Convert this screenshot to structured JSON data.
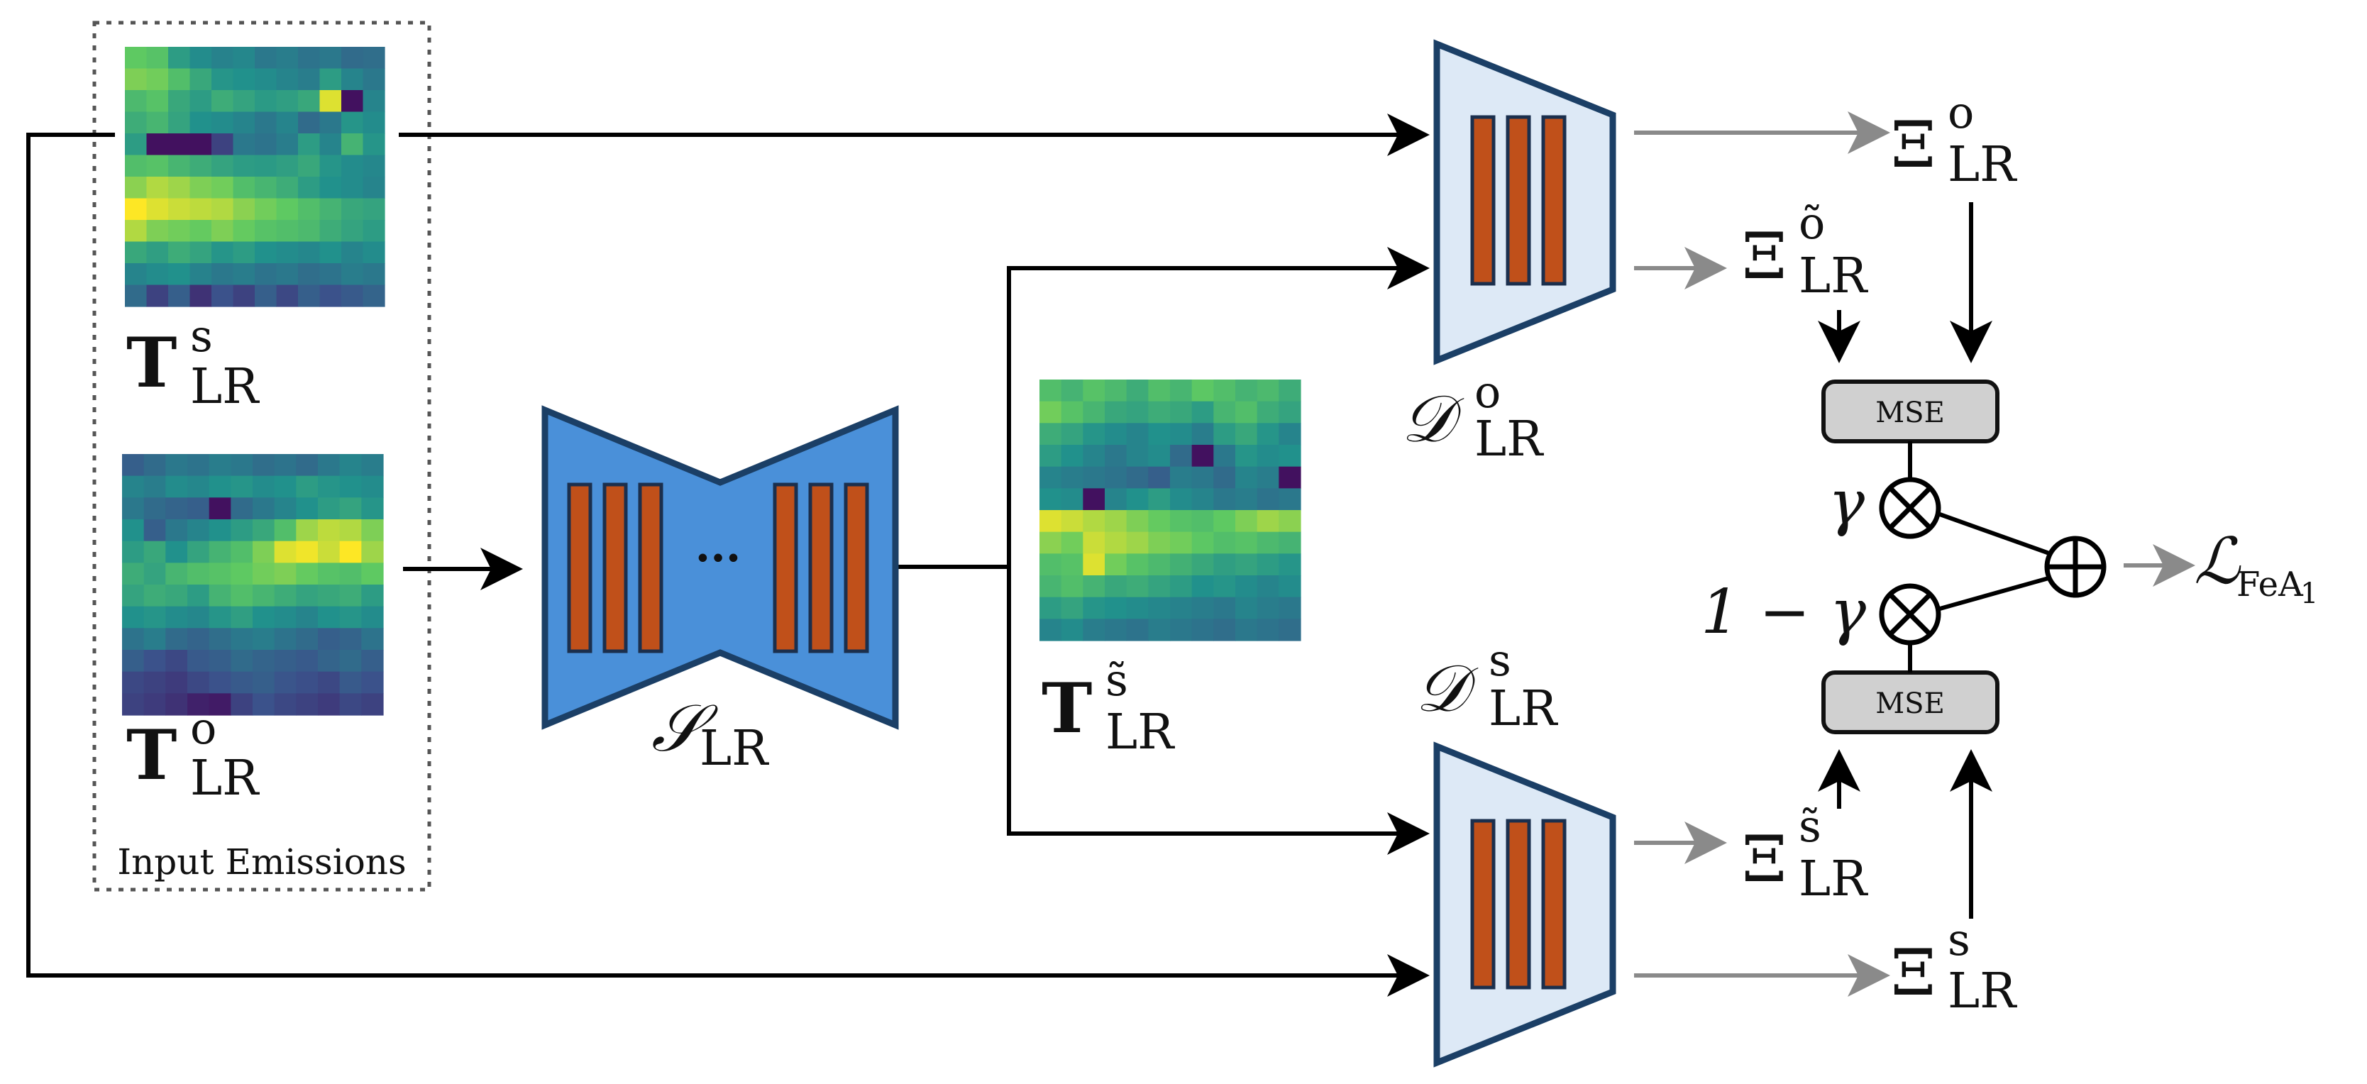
{
  "colors": {
    "encoder_fill": "#4a90d9",
    "encoder_stroke": "#1b3f66",
    "decoder_fill": "#dde9f6",
    "decoder_stroke": "#1b3f66",
    "block_fill": "#c0501a",
    "block_stroke": "#1b2f4d",
    "mse_fill": "#d0d0d0",
    "arrow_black": "#000000",
    "arrow_gray": "#8a8a8a"
  },
  "input_box": {
    "caption": "Input Emissions"
  },
  "labels": {
    "t_s": {
      "base": "T",
      "sup": "s",
      "sub": "LR"
    },
    "t_o": {
      "base": "T",
      "sup": "o",
      "sub": "LR"
    },
    "t_s_tilde": {
      "base": "T",
      "sup": "s̃",
      "sub": "LR"
    },
    "encoder": {
      "base": "𝒮",
      "sub": "LR"
    },
    "decoder_o": {
      "base": "𝒟",
      "sup": "o",
      "sub": "LR"
    },
    "decoder_s": {
      "base": "𝒟",
      "sup": "s",
      "sub": "LR"
    },
    "xi_o": {
      "base": "Ξ",
      "sup": "o",
      "sub": "LR"
    },
    "xi_o_tilde": {
      "base": "Ξ",
      "sup": "õ",
      "sub": "LR"
    },
    "xi_s_tilde": {
      "base": "Ξ",
      "sup": "s̃",
      "sub": "LR"
    },
    "xi_s": {
      "base": "Ξ",
      "sup": "s",
      "sub": "LR"
    },
    "gamma": "γ",
    "one_minus_gamma": "1 − γ",
    "loss": {
      "base": "ℒ",
      "sub": "FeA",
      "subsub": "1"
    }
  },
  "mse_top": "MSE",
  "mse_bottom": "MSE",
  "encoder_ellipsis": "···",
  "heatmap_ts": [
    [
      0.75,
      0.72,
      0.55,
      0.48,
      0.44,
      0.46,
      0.4,
      0.42,
      0.38,
      0.4,
      0.35,
      0.36
    ],
    [
      0.8,
      0.78,
      0.7,
      0.6,
      0.52,
      0.5,
      0.48,
      0.45,
      0.42,
      0.55,
      0.45,
      0.4
    ],
    [
      0.68,
      0.72,
      0.6,
      0.55,
      0.62,
      0.58,
      0.54,
      0.56,
      0.6,
      0.95,
      0.05,
      0.45
    ],
    [
      0.62,
      0.66,
      0.58,
      0.5,
      0.48,
      0.45,
      0.4,
      0.45,
      0.35,
      0.4,
      0.52,
      0.48
    ],
    [
      0.55,
      0.05,
      0.05,
      0.05,
      0.2,
      0.4,
      0.38,
      0.42,
      0.55,
      0.45,
      0.65,
      0.52
    ],
    [
      0.7,
      0.72,
      0.66,
      0.62,
      0.58,
      0.55,
      0.54,
      0.56,
      0.6,
      0.52,
      0.48,
      0.46
    ],
    [
      0.82,
      0.88,
      0.85,
      0.8,
      0.78,
      0.7,
      0.66,
      0.62,
      0.55,
      0.5,
      0.48,
      0.45
    ],
    [
      1.0,
      0.95,
      0.92,
      0.9,
      0.88,
      0.82,
      0.78,
      0.75,
      0.7,
      0.65,
      0.6,
      0.58
    ],
    [
      0.88,
      0.8,
      0.78,
      0.76,
      0.8,
      0.76,
      0.72,
      0.7,
      0.68,
      0.62,
      0.58,
      0.55
    ],
    [
      0.6,
      0.56,
      0.62,
      0.58,
      0.52,
      0.55,
      0.5,
      0.48,
      0.46,
      0.5,
      0.45,
      0.48
    ],
    [
      0.45,
      0.48,
      0.5,
      0.44,
      0.4,
      0.42,
      0.38,
      0.4,
      0.36,
      0.38,
      0.42,
      0.4
    ],
    [
      0.35,
      0.2,
      0.3,
      0.15,
      0.25,
      0.2,
      0.3,
      0.22,
      0.3,
      0.25,
      0.28,
      0.32
    ]
  ],
  "heatmap_to": [
    [
      0.3,
      0.35,
      0.4,
      0.38,
      0.42,
      0.4,
      0.36,
      0.38,
      0.35,
      0.4,
      0.45,
      0.42
    ],
    [
      0.45,
      0.42,
      0.48,
      0.46,
      0.5,
      0.52,
      0.48,
      0.5,
      0.55,
      0.52,
      0.5,
      0.48
    ],
    [
      0.4,
      0.35,
      0.32,
      0.3,
      0.05,
      0.35,
      0.4,
      0.45,
      0.5,
      0.55,
      0.58,
      0.52
    ],
    [
      0.5,
      0.3,
      0.4,
      0.45,
      0.5,
      0.55,
      0.6,
      0.7,
      0.85,
      0.9,
      0.88,
      0.8
    ],
    [
      0.55,
      0.6,
      0.5,
      0.58,
      0.65,
      0.7,
      0.8,
      0.95,
      0.98,
      0.92,
      1.0,
      0.85
    ],
    [
      0.62,
      0.58,
      0.66,
      0.7,
      0.72,
      0.75,
      0.78,
      0.8,
      0.76,
      0.72,
      0.7,
      0.75
    ],
    [
      0.58,
      0.62,
      0.6,
      0.55,
      0.65,
      0.7,
      0.66,
      0.62,
      0.58,
      0.6,
      0.62,
      0.55
    ],
    [
      0.5,
      0.52,
      0.48,
      0.46,
      0.52,
      0.56,
      0.5,
      0.48,
      0.45,
      0.5,
      0.52,
      0.48
    ],
    [
      0.38,
      0.42,
      0.35,
      0.32,
      0.36,
      0.4,
      0.42,
      0.38,
      0.35,
      0.3,
      0.32,
      0.38
    ],
    [
      0.3,
      0.25,
      0.22,
      0.28,
      0.3,
      0.35,
      0.32,
      0.3,
      0.28,
      0.32,
      0.35,
      0.3
    ],
    [
      0.22,
      0.2,
      0.18,
      0.22,
      0.25,
      0.28,
      0.3,
      0.26,
      0.24,
      0.22,
      0.28,
      0.25
    ],
    [
      0.2,
      0.18,
      0.15,
      0.1,
      0.08,
      0.2,
      0.25,
      0.22,
      0.2,
      0.18,
      0.22,
      0.2
    ]
  ],
  "heatmap_tst": [
    [
      0.7,
      0.65,
      0.72,
      0.68,
      0.62,
      0.7,
      0.66,
      0.74,
      0.7,
      0.65,
      0.68,
      0.62
    ],
    [
      0.78,
      0.72,
      0.66,
      0.6,
      0.58,
      0.62,
      0.6,
      0.55,
      0.66,
      0.7,
      0.62,
      0.58
    ],
    [
      0.62,
      0.58,
      0.52,
      0.48,
      0.45,
      0.5,
      0.48,
      0.42,
      0.55,
      0.6,
      0.52,
      0.45
    ],
    [
      0.55,
      0.5,
      0.45,
      0.4,
      0.45,
      0.48,
      0.35,
      0.05,
      0.4,
      0.52,
      0.48,
      0.5
    ],
    [
      0.45,
      0.42,
      0.4,
      0.38,
      0.35,
      0.3,
      0.42,
      0.4,
      0.35,
      0.45,
      0.42,
      0.05
    ],
    [
      0.5,
      0.48,
      0.05,
      0.45,
      0.5,
      0.55,
      0.48,
      0.45,
      0.4,
      0.42,
      0.38,
      0.4
    ],
    [
      0.95,
      0.92,
      0.88,
      0.85,
      0.8,
      0.76,
      0.72,
      0.7,
      0.75,
      0.8,
      0.85,
      0.82
    ],
    [
      0.82,
      0.78,
      0.92,
      0.88,
      0.85,
      0.8,
      0.78,
      0.74,
      0.7,
      0.72,
      0.68,
      0.65
    ],
    [
      0.7,
      0.72,
      0.95,
      0.78,
      0.72,
      0.68,
      0.64,
      0.6,
      0.56,
      0.58,
      0.55,
      0.52
    ],
    [
      0.66,
      0.7,
      0.65,
      0.6,
      0.62,
      0.58,
      0.55,
      0.5,
      0.52,
      0.48,
      0.45,
      0.48
    ],
    [
      0.55,
      0.58,
      0.52,
      0.5,
      0.48,
      0.46,
      0.44,
      0.42,
      0.4,
      0.45,
      0.42,
      0.4
    ],
    [
      0.45,
      0.48,
      0.42,
      0.4,
      0.38,
      0.42,
      0.4,
      0.38,
      0.36,
      0.4,
      0.38,
      0.36
    ]
  ]
}
